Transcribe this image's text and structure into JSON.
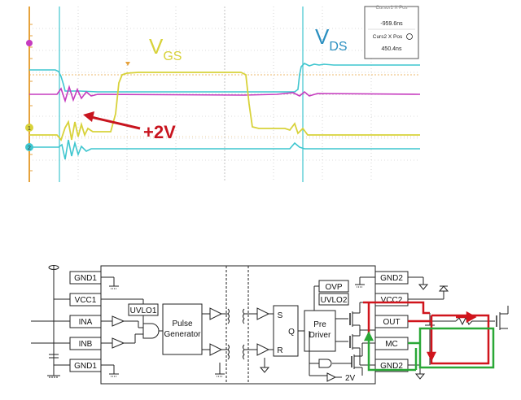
{
  "scope": {
    "readout": {
      "partial_top": "Cursor1 X Pos",
      "value1": "-959.6ns",
      "cursor2_label": "Curs2 X Pos",
      "value2": "450.4ns"
    },
    "labels": {
      "vgs_main": "V",
      "vgs_sub": "GS",
      "vds_main": "V",
      "vds_sub": "DS",
      "annotation": "+2V"
    },
    "markers": [
      "1",
      "2"
    ],
    "colors": {
      "vgs": "#d8d23a",
      "vds": "#3fc6cf",
      "magenta": "#c63bbf",
      "orange_ref": "#e6a23c",
      "annotation": "#c8141e",
      "vds_label": "#2a8fc0"
    }
  },
  "schematic": {
    "left_pins": [
      "GND1",
      "VCC1",
      "INA",
      "INB",
      "GND1"
    ],
    "right_pins": [
      "GND2",
      "VCC2",
      "OUT",
      "MC",
      "GND2"
    ],
    "blocks": {
      "uvlo1": "UVLO1",
      "pulse_gen_line1": "Pulse",
      "pulse_gen_line2": "Generator",
      "latch_s": "S",
      "latch_q": "Q",
      "latch_r": "R",
      "pre_driver_line1": "Pre",
      "pre_driver_line2": "Driver",
      "ovp": "OVP",
      "uvlo2": "UVLO2",
      "ref_voltage": "2V"
    },
    "colors": {
      "red_loop": "#d0141c",
      "green_loop": "#2aa837"
    }
  }
}
